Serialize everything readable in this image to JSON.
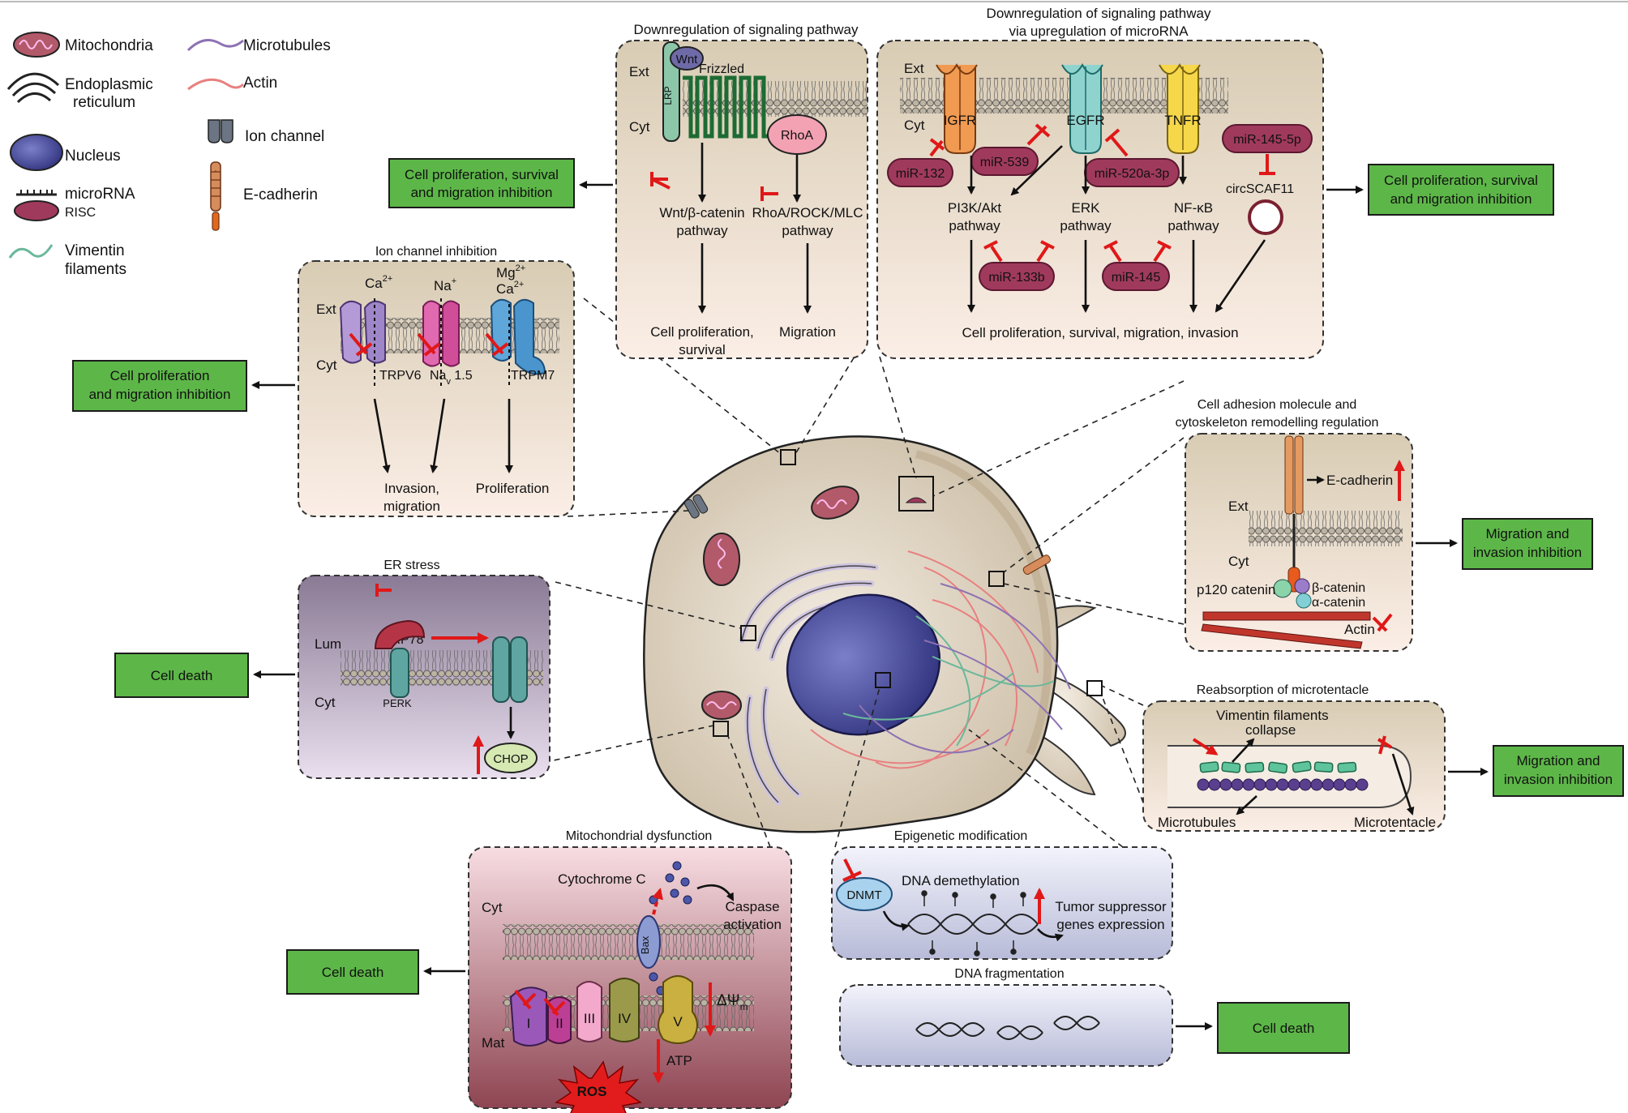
{
  "legend": {
    "mitochondria": "Mitochondria",
    "er_line1": "Endoplasmic",
    "er_line2": "reticulum",
    "nucleus": "Nucleus",
    "microrna": "microRNA",
    "risc": "RISC",
    "vimentin_line1": "Vimentin",
    "vimentin_line2": "filaments",
    "microtubules": "Microtubules",
    "actin": "Actin",
    "ion_channel": "Ion channel",
    "ecadherin": "E-cadherin"
  },
  "panels": {
    "wnt": {
      "title": "Downregulation of signaling pathway",
      "ext": "Ext",
      "cyt": "Cyt",
      "wnt": "Wnt",
      "lrp": "LRP",
      "frizzled": "Frizzled",
      "rhoa": "RhoA",
      "wnt_pathway_1": "Wnt/β-catenin",
      "wnt_pathway_2": "pathway",
      "rho_pathway_1": "RhoA/ROCK/MLC",
      "rho_pathway_2": "pathway",
      "out1_1": "Cell proliferation,",
      "out1_2": "survival",
      "out2": "Migration"
    },
    "mirna": {
      "title_1": "Downregulation of signaling pathway",
      "title_2": "via upregulation of microRNA",
      "ext": "Ext",
      "cyt": "Cyt",
      "igfr": "IGFR",
      "egfr": "EGFR",
      "tnfr": "TNFR",
      "mir132": "miR-132",
      "mir539": "miR-539",
      "mir520": "miR-520a-3p",
      "mir145_5p": "miR-145-5p",
      "mir133b": "miR-133b",
      "mir145": "miR-145",
      "circ": "circSCAF11",
      "pi3k_1": "PI3K/Akt",
      "pi3k_2": "pathway",
      "erk_1": "ERK",
      "erk_2": "pathway",
      "nfkb_1": "NF-κB",
      "nfkb_2": "pathway",
      "outcome": "Cell proliferation, survival, migration, invasion"
    },
    "ion": {
      "title": "Ion channel inhibition",
      "ext": "Ext",
      "cyt": "Cyt",
      "ca": "Ca",
      "ca_sup": "2+",
      "na": "Na",
      "na_sup": "+",
      "mg": "Mg",
      "mg_sup": "2+",
      "ca2": "Ca",
      "ca2_sup": "2+",
      "trpv6": "TRPV6",
      "nav": "Na",
      "nav_sub": "v",
      "nav_num": " 1.5",
      "trpm7": "TRPM7",
      "out1_1": "Invasion,",
      "out1_2": "migration",
      "out2": "Proliferation"
    },
    "er": {
      "title": "ER stress",
      "grp78": "GRP78",
      "lum": "Lum",
      "cyt": "Cyt",
      "perk": "PERK",
      "chop": "CHOP"
    },
    "mito": {
      "title": "Mitochondrial dysfunction",
      "cyt": "Cyt",
      "mat": "Mat",
      "cytc": "Cytochrome C",
      "caspase_1": "Caspase",
      "caspase_2": "activation",
      "bax": "Bax",
      "c1": "I",
      "c2": "II",
      "c3": "III",
      "c4": "IV",
      "c5": "V",
      "dpsi": "ΔΨ",
      "dpsi_sub": "m",
      "atp": "ATP",
      "ros": "ROS"
    },
    "epi": {
      "title": "Epigenetic modification",
      "dnmt": "DNMT",
      "demeth": "DNA demethylation",
      "tsg_1": "Tumor suppressor",
      "tsg_2": "genes expression"
    },
    "frag": {
      "title": "DNA fragmentation"
    },
    "adh": {
      "title_1": "Cell adhesion molecule and",
      "title_2": "cytoskeleton remodelling regulation",
      "ecad": "E-cadherin",
      "ext": "Ext",
      "cyt": "Cyt",
      "p120": "p120 catenin",
      "bcat": "β-catenin",
      "acat": "α-catenin",
      "actin": "Actin"
    },
    "micro": {
      "title": "Reabsorption of microtentacle",
      "vim_1": "Vimentin filaments",
      "vim_2": "collapse",
      "mt": "Microtubules",
      "mtent": "Microtentacle"
    }
  },
  "outcomes": {
    "wnt": [
      "Cell proliferation, survival",
      "and migration inhibition"
    ],
    "mirna": [
      "Cell proliferation, survival",
      "and migration inhibition"
    ],
    "ion": [
      "Cell proliferation",
      "and migration inhibition"
    ],
    "er": [
      "Cell death"
    ],
    "mito": [
      "Cell death"
    ],
    "frag": [
      "Cell death"
    ],
    "adh": [
      "Migration and",
      "invasion inhibition"
    ],
    "micro": [
      "Migration and",
      "invasion inhibition"
    ]
  },
  "colors": {
    "green": "#5db748",
    "inhibit_red": "#e01818",
    "mirna": "#a03a5c",
    "cell": "#e5dac8",
    "nucleus": "#3c3e8f"
  }
}
